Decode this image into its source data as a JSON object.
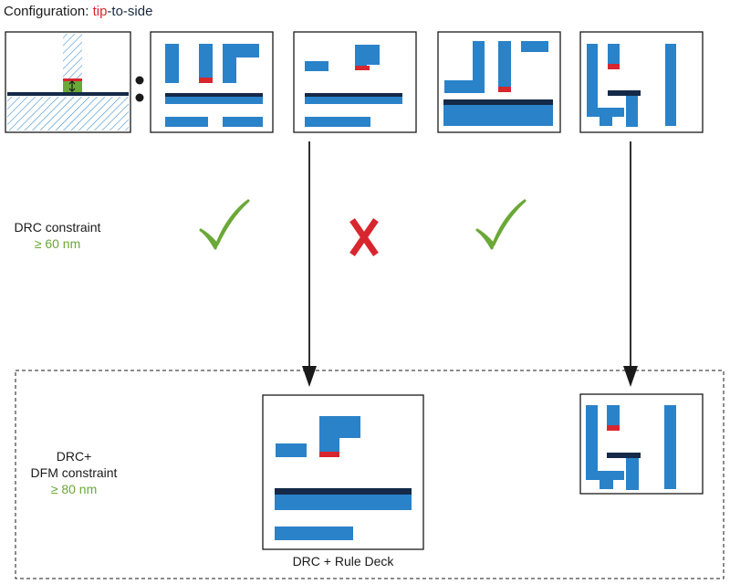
{
  "header": {
    "prefix": "Configuration: ",
    "tip": "tip",
    "dash1": "-",
    "to": "to",
    "dash2": "-",
    "side": "side"
  },
  "drc": {
    "label": "DRC constraint",
    "value": "≥ 60 nm"
  },
  "dfm": {
    "line1": "DRC+",
    "line2": "DFM constraint",
    "value": "≥ 80 nm"
  },
  "result_label": "DRC + Rule Deck",
  "marks": {
    "fail": "X"
  },
  "colors": {
    "metal": "#2a82c9",
    "dark_line": "#142a48",
    "violation": "#d8262f",
    "check": "#6aa837",
    "frame": "#1a1a1a"
  },
  "icons": [
    "check-icon",
    "x-icon",
    "check-icon",
    "arrow-down-icon"
  ]
}
